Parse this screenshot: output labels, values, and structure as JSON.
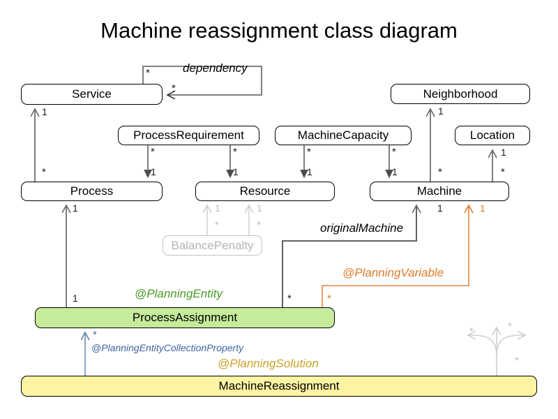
{
  "title": "Machine reassignment class diagram",
  "classes": {
    "service": "Service",
    "process_requirement": "ProcessRequirement",
    "machine_capacity": "MachineCapacity",
    "neighborhood": "Neighborhood",
    "location": "Location",
    "process": "Process",
    "resource": "Resource",
    "machine": "Machine",
    "balance_penalty": "BalancePenalty",
    "process_assignment": "ProcessAssignment",
    "machine_reassignment": "MachineReassignment"
  },
  "edge_labels": {
    "dependency": "dependency",
    "original_machine": "originalMachine"
  },
  "annotations": {
    "planning_entity": "@PlanningEntity",
    "planning_variable": "@PlanningVariable",
    "planning_entity_collection_property": "@PlanningEntityCollectionProperty",
    "planning_solution": "@PlanningSolution"
  },
  "multiplicities": {
    "dependency_source": "*",
    "dependency_target": "*",
    "service_process_one": "1",
    "service_process_many": "*",
    "req_process_many": "*",
    "req_process_one": "1",
    "req_resource_many": "*",
    "req_resource_one": "1",
    "cap_resource_many": "*",
    "cap_resource_one": "1",
    "cap_machine_many": "*",
    "cap_machine_one": "1",
    "neighborhood_one": "1",
    "neighborhood_many": "*",
    "location_one": "1",
    "location_many": "*",
    "balance_resource_one_left": "1",
    "balance_resource_one_right": "1",
    "balance_many_left": "*",
    "balance_many_right": "*",
    "process_assignment_process_one_top": "1",
    "process_assignment_process_one_bottom": "1",
    "original_machine_one": "1",
    "original_machine_many": "*",
    "planning_variable_one": "1",
    "planning_variable_many": "*",
    "collection_many": "*",
    "ghost_up": "*",
    "ghost_left": "*",
    "ghost_right": "*"
  },
  "colors": {
    "entity_fill": "#c5eb9b",
    "solution_fill": "#fcf3a3",
    "planning_entity_text": "#4a9b27",
    "planning_variable_text": "#e07b27",
    "collection_property_text": "#3f63a0",
    "planning_solution_text": "#c9a227",
    "edge": "#4d4d4d",
    "faded": "#c0c0c0"
  }
}
